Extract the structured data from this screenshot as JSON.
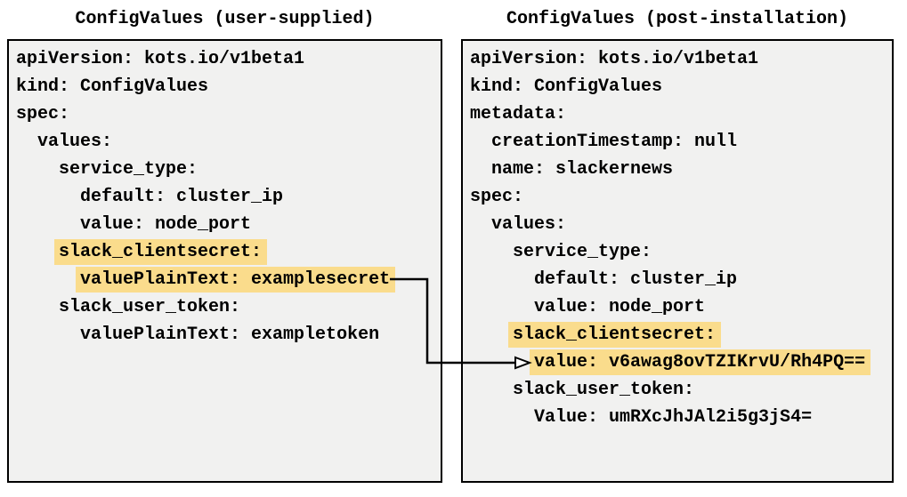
{
  "colors": {
    "highlight": "#fadc8c",
    "panel_bg": "#f1f1f0",
    "panel_border": "#000000",
    "text": "#000000",
    "background": "#ffffff"
  },
  "left_panel": {
    "title": "ConfigValues (user-supplied)",
    "lines": [
      {
        "indent": "",
        "text": "apiVersion: kots.io/v1beta1",
        "highlight": false
      },
      {
        "indent": "",
        "text": "kind: ConfigValues",
        "highlight": false
      },
      {
        "indent": "",
        "text": "spec:",
        "highlight": false
      },
      {
        "indent": "  ",
        "text": "values:",
        "highlight": false
      },
      {
        "indent": "    ",
        "text": "service_type:",
        "highlight": false
      },
      {
        "indent": "      ",
        "text": "default: cluster_ip",
        "highlight": false
      },
      {
        "indent": "      ",
        "text": "value: node_port",
        "highlight": false
      },
      {
        "indent": "    ",
        "text": "slack_clientsecret:",
        "highlight": true
      },
      {
        "indent": "      ",
        "text": "valuePlainText: examplesecret",
        "highlight": true
      },
      {
        "indent": "    ",
        "text": "slack_user_token:",
        "highlight": false
      },
      {
        "indent": "      ",
        "text": "valuePlainText: exampletoken",
        "highlight": false
      }
    ]
  },
  "right_panel": {
    "title": "ConfigValues (post-installation)",
    "lines": [
      {
        "indent": "",
        "text": "apiVersion: kots.io/v1beta1",
        "highlight": false
      },
      {
        "indent": "",
        "text": "kind: ConfigValues",
        "highlight": false
      },
      {
        "indent": "",
        "text": "metadata:",
        "highlight": false
      },
      {
        "indent": "  ",
        "text": "creationTimestamp: null",
        "highlight": false
      },
      {
        "indent": "  ",
        "text": "name: slackernews",
        "highlight": false
      },
      {
        "indent": "",
        "text": "spec:",
        "highlight": false
      },
      {
        "indent": "  ",
        "text": "values:",
        "highlight": false
      },
      {
        "indent": "    ",
        "text": "service_type:",
        "highlight": false
      },
      {
        "indent": "      ",
        "text": "default: cluster_ip",
        "highlight": false
      },
      {
        "indent": "      ",
        "text": "value: node_port",
        "highlight": false
      },
      {
        "indent": "    ",
        "text": "slack_clientsecret:",
        "highlight": true
      },
      {
        "indent": "      ",
        "text": "value: v6awag8ovTZIKrvU/Rh4PQ==",
        "highlight": true
      },
      {
        "indent": "    ",
        "text": "slack_user_token:",
        "highlight": false
      },
      {
        "indent": "      ",
        "text": "Value: umRXcJhJAl2i5g3jS4=",
        "highlight": false
      }
    ]
  },
  "connector": {
    "shape": "elbow-arrow"
  }
}
